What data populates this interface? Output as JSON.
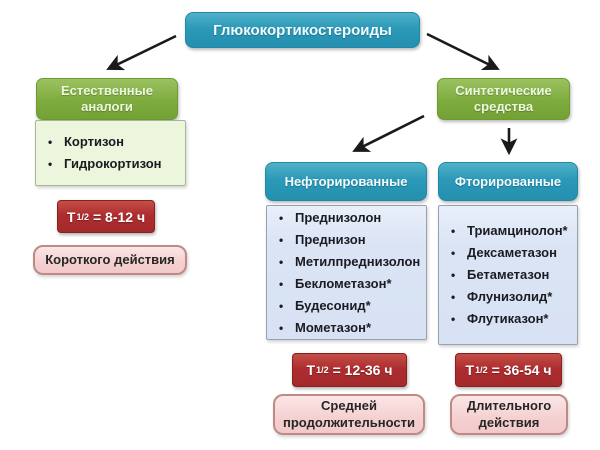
{
  "root": {
    "title": "Глюкокортикостероиды"
  },
  "natural": {
    "header": "Естественные аналоги",
    "items": [
      "Кортизон",
      "Гидрокортизон"
    ],
    "halflife": {
      "t": "T",
      "sub": "1/2",
      "rest": "= 8-12 ч"
    },
    "duration": "Короткого действия"
  },
  "synthetic": {
    "header": "Синтетические средства",
    "nonfluorinated": {
      "header": "Нефторированные",
      "items": [
        "Преднизолон",
        "Преднизон",
        "Метилпреднизолон",
        "Беклометазон*",
        "Будесонид*",
        "Мометазон*"
      ],
      "halflife": {
        "t": "T",
        "sub": "1/2",
        "rest": "= 12-36 ч"
      },
      "duration": "Средней продолжительности"
    },
    "fluorinated": {
      "header": "Фторированные",
      "items": [
        "Триамцинолон*",
        "Дексаметазон",
        "Бетаметазон",
        "Флунизолид*",
        "Флутиказон*"
      ],
      "halflife": {
        "t": "T",
        "sub": "1/2",
        "rest": "= 36-54 ч"
      },
      "duration": "Длительного действия"
    }
  },
  "colors": {
    "teal": "#2b99b8",
    "green": "#7eab3d",
    "list_green": "#ebf6dc",
    "list_blue": "#d7e2f4",
    "dark_red": "#ae2d2f",
    "pink": "#f5d0d1",
    "arrow": "#1a1a1a",
    "background": "#ffffff"
  }
}
